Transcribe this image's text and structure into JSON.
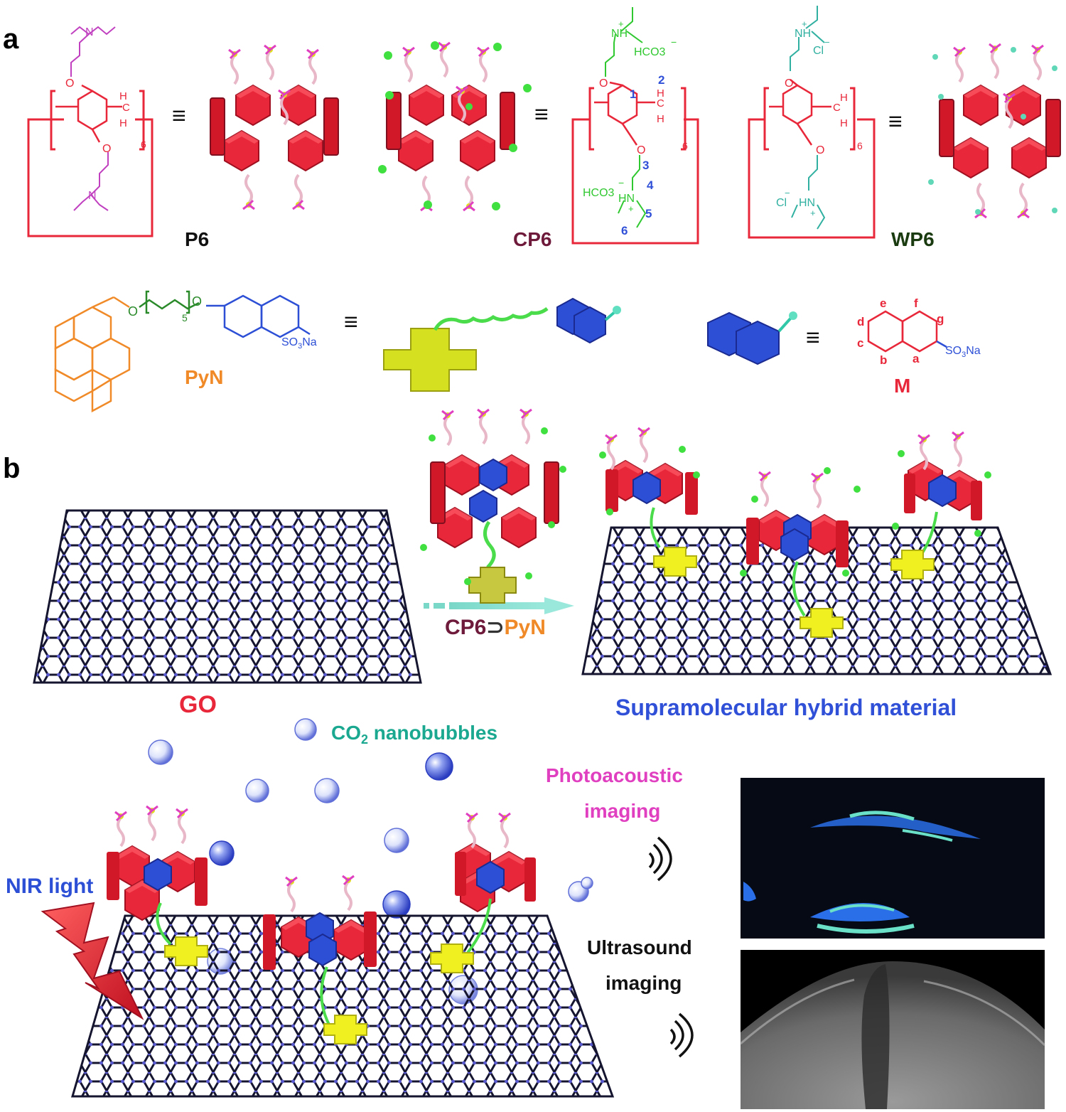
{
  "panel_labels": {
    "a": "a",
    "b": "b"
  },
  "equiv": "≡",
  "molecules": {
    "p6": {
      "name": "P6",
      "repeat": "6",
      "atoms": {
        "o": "O",
        "n": "N",
        "h": "H",
        "c": "C"
      }
    },
    "cp6": {
      "name": "CP6",
      "repeat": "6",
      "counter_ion": "HCO3",
      "charge_minus": "−",
      "charge_plus": "+",
      "atoms": {
        "nh": "NH",
        "hn": "HN",
        "o": "O",
        "h": "H",
        "c": "C"
      },
      "positions": [
        "1",
        "2",
        "3",
        "4",
        "5",
        "6"
      ]
    },
    "wp6": {
      "name": "WP6",
      "repeat": "6",
      "counter_ion": "Cl",
      "charge_minus": "−",
      "charge_plus": "+",
      "atoms": {
        "nh": "NH",
        "hn": "HN",
        "o": "O",
        "h": "H",
        "c": "C"
      }
    },
    "pyn": {
      "name": "PyN",
      "linker_repeat": "5",
      "atoms": {
        "o": "O"
      },
      "group": "SO",
      "sub3": "3",
      "na": "Na"
    },
    "m": {
      "name": "M",
      "positions": [
        "a",
        "b",
        "c",
        "d",
        "e",
        "f",
        "g"
      ],
      "group": "SO",
      "sub3": "3",
      "na": "Na"
    }
  },
  "panel_b": {
    "go_label": "GO",
    "arrow_label_host": "CP6",
    "arrow_label_symbol": "⊃",
    "arrow_label_guest": "PyN",
    "hybrid_label": "Supramolecular hybrid material",
    "bubbles_label_prefix": "CO",
    "bubbles_label_sub": "2",
    "bubbles_label_suffix": " nanobubbles",
    "nir_label": "NIR light",
    "photoacoustic_line1": "Photoacoustic",
    "photoacoustic_line2": "imaging",
    "ultrasound_line1": "Ultrasound",
    "ultrasound_line2": "imaging"
  },
  "colors": {
    "red": "#e8283a",
    "blue": "#2c4fd6",
    "green": "#3cc43c",
    "teal": "#1aa890",
    "orange": "#f08a28",
    "maroon": "#6e1a3a",
    "magenta": "#e040c0",
    "yellow": "#e6e620",
    "dark_green": "#1a3a10",
    "graphene": "#151530",
    "node": "#5050c8"
  }
}
